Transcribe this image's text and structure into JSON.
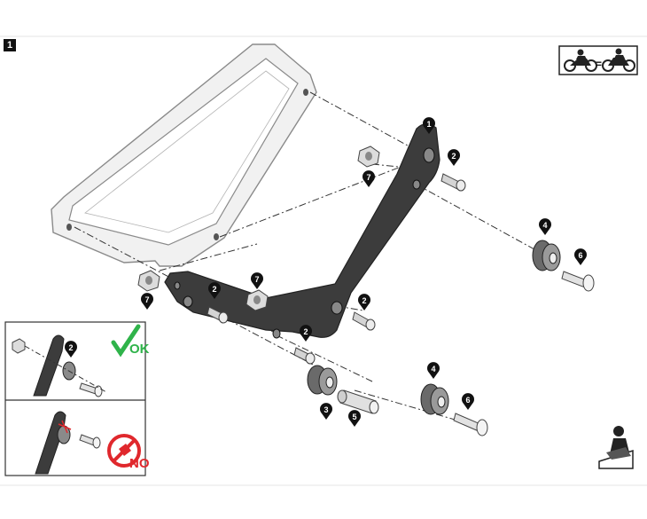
{
  "step": {
    "number": "1"
  },
  "callouts": [
    "1",
    "2",
    "2",
    "2",
    "2",
    "3",
    "4",
    "4",
    "5",
    "6",
    "6",
    "7",
    "7",
    "7"
  ],
  "inset": {
    "ok_label": "OK",
    "no_label": "NO",
    "callout": "2"
  },
  "pictogram": {
    "equals": "="
  },
  "colors": {
    "bracket": "#3c3c3c",
    "rail": "#eeeeee",
    "ok": "#2fb34a",
    "no": "#e0282d"
  }
}
